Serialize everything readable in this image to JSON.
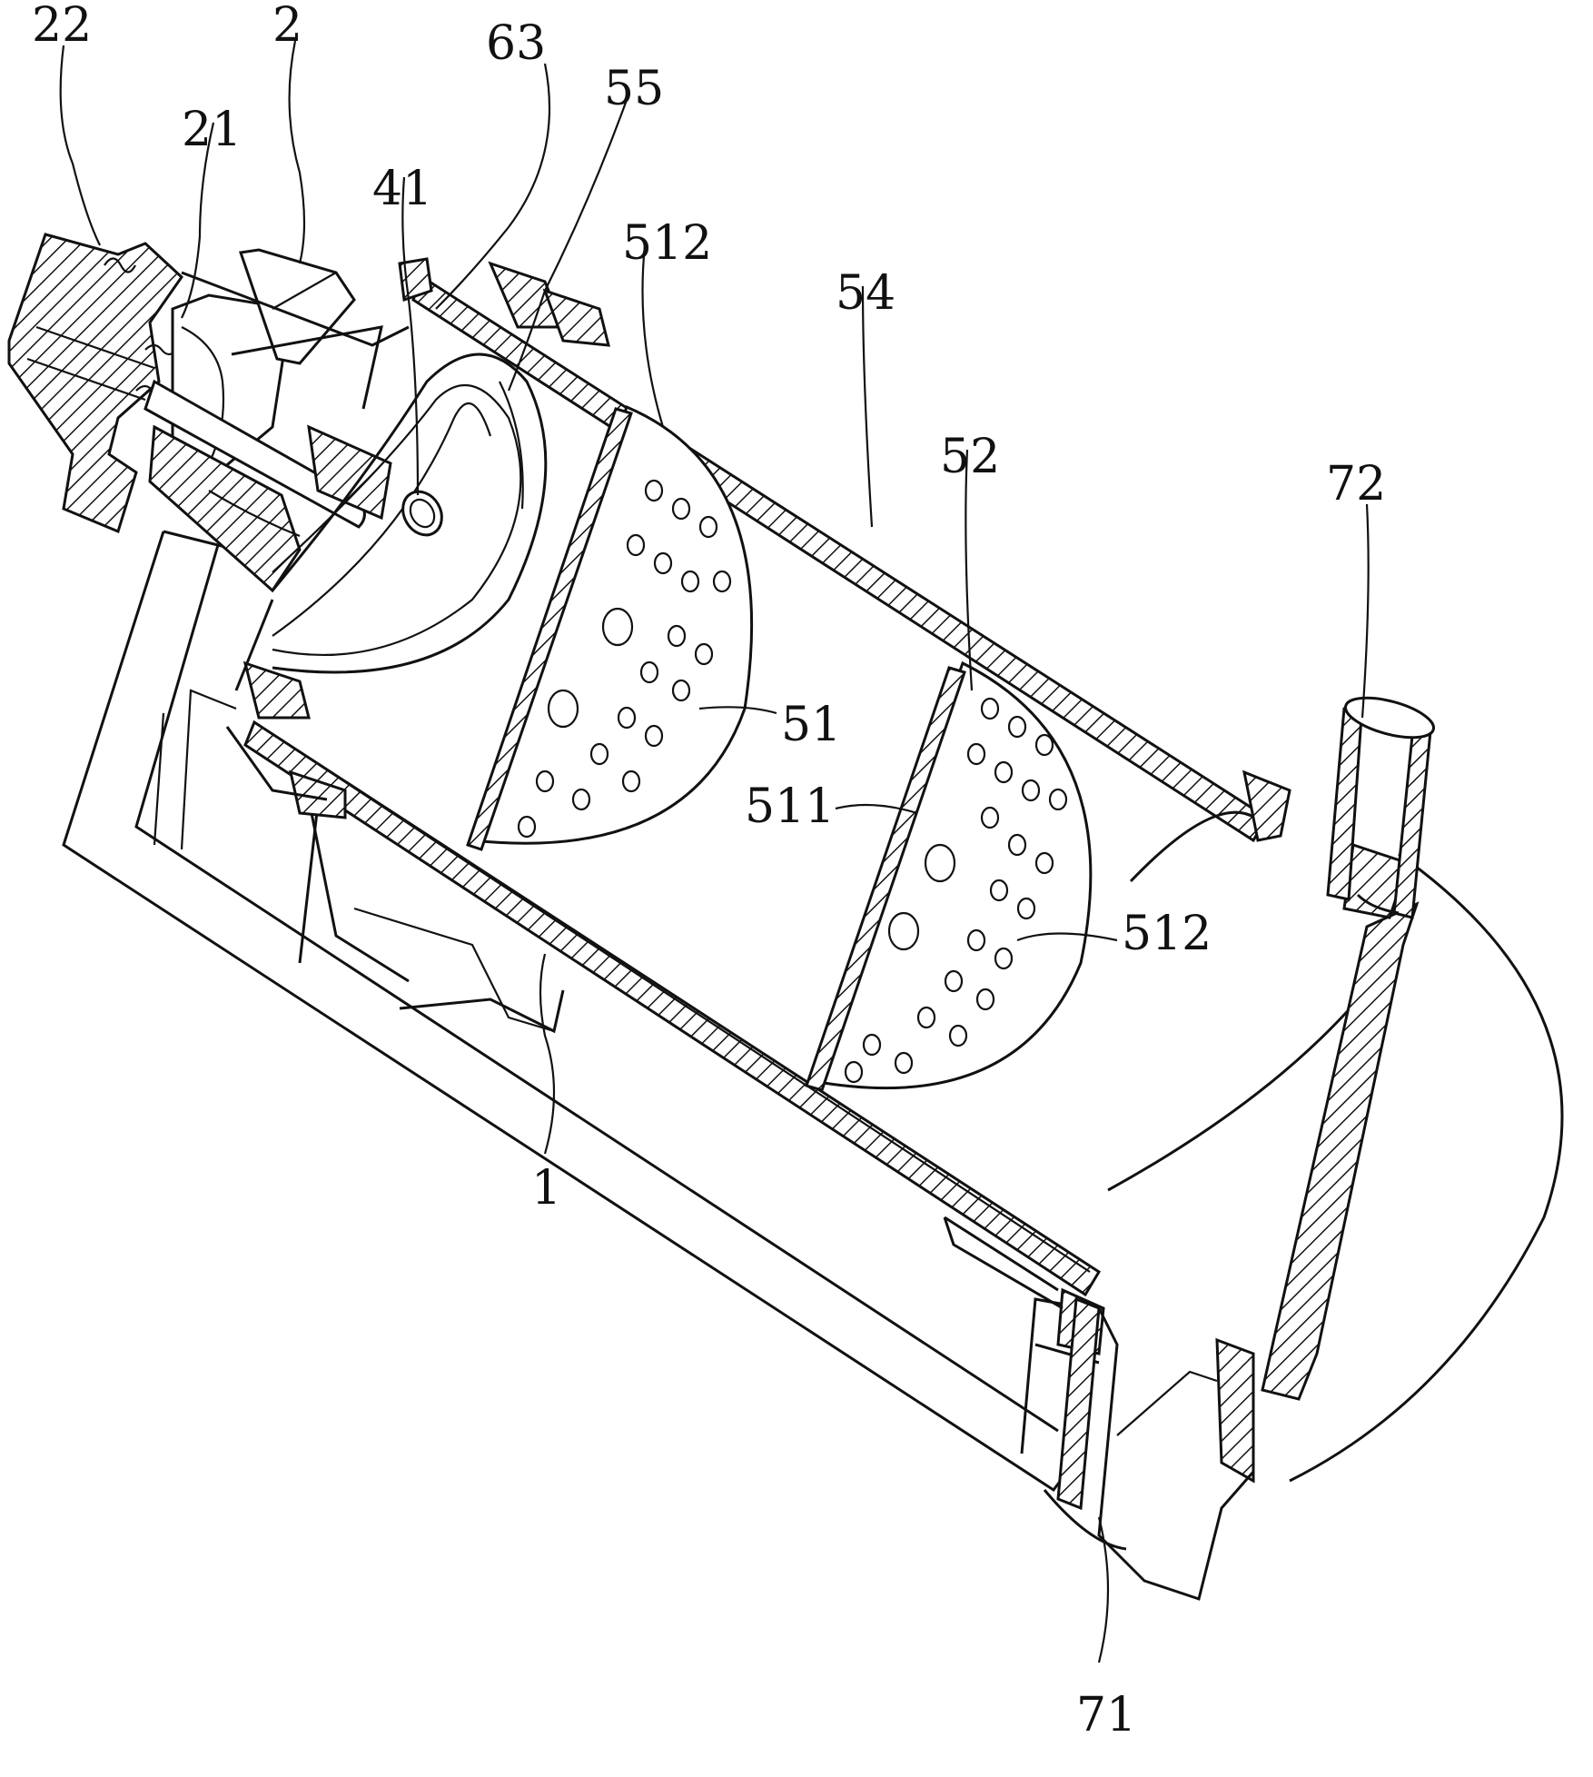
{
  "diagram": {
    "labels": {
      "l22": "22",
      "l2": "2",
      "l21": "21",
      "l63": "63",
      "l55": "55",
      "l41": "41",
      "l512a": "512",
      "l54": "54",
      "l52": "52",
      "l72": "72",
      "l51": "51",
      "l511": "511",
      "l512b": "512",
      "l1": "1",
      "l71": "71"
    }
  }
}
